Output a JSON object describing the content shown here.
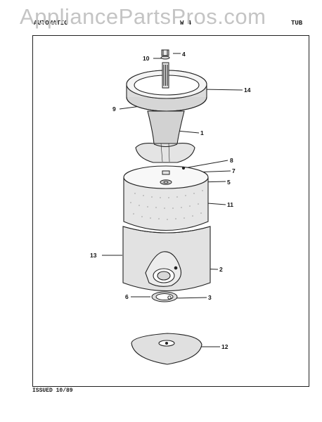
{
  "watermark": "AppliancePartsPros.com",
  "header": {
    "left": "AUTOMATIC",
    "center": "W 4",
    "right": "TUB"
  },
  "footer": {
    "issued": "ISSUED 10/89"
  },
  "callouts": [
    "4",
    "10",
    "14",
    "9",
    "1",
    "8",
    "7",
    "5",
    "11",
    "13",
    "2",
    "6",
    "3",
    "12"
  ]
}
